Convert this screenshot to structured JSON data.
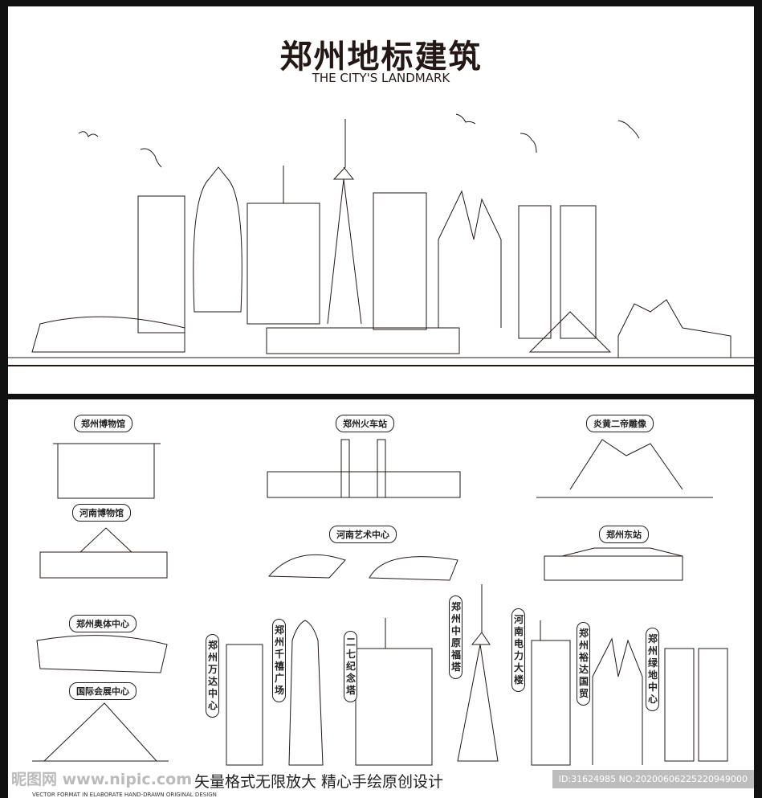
{
  "header": {
    "title": "郑州地标建筑",
    "subtitle": "THE CITY'S LANDMARK"
  },
  "labels": {
    "museum_zz": "郑州博物馆",
    "railway": "郑州火车站",
    "emperors": "炎黄二帝雕像",
    "museum_hn": "河南博物馆",
    "art_center": "河南艺术中心",
    "east_station": "郑州东站",
    "olympic": "郑州奥体中心",
    "expo": "国际会展中心",
    "wanda": "郑州万达中心",
    "qianxi": "郑州千禧广场",
    "erqi": "二七纪念塔",
    "tower": "郑州中原福塔",
    "power": "河南电力大楼",
    "yuda": "郑州裕达国贸",
    "greenland": "郑州绿地中心"
  },
  "footer": {
    "watermark": "昵图网 www.nipic.com",
    "slogan": "矢量格式无限放大  精心手绘原创设计",
    "slogan_en": "VECTOR FORMAT IN ELABORATE HAND-DRAWN ORIGINAL DESIGN",
    "id_text": "ID:31624985 NO:20200606225220949000"
  },
  "colors": {
    "line": "#231815",
    "background": "#ffffff",
    "frame": "#111111"
  }
}
